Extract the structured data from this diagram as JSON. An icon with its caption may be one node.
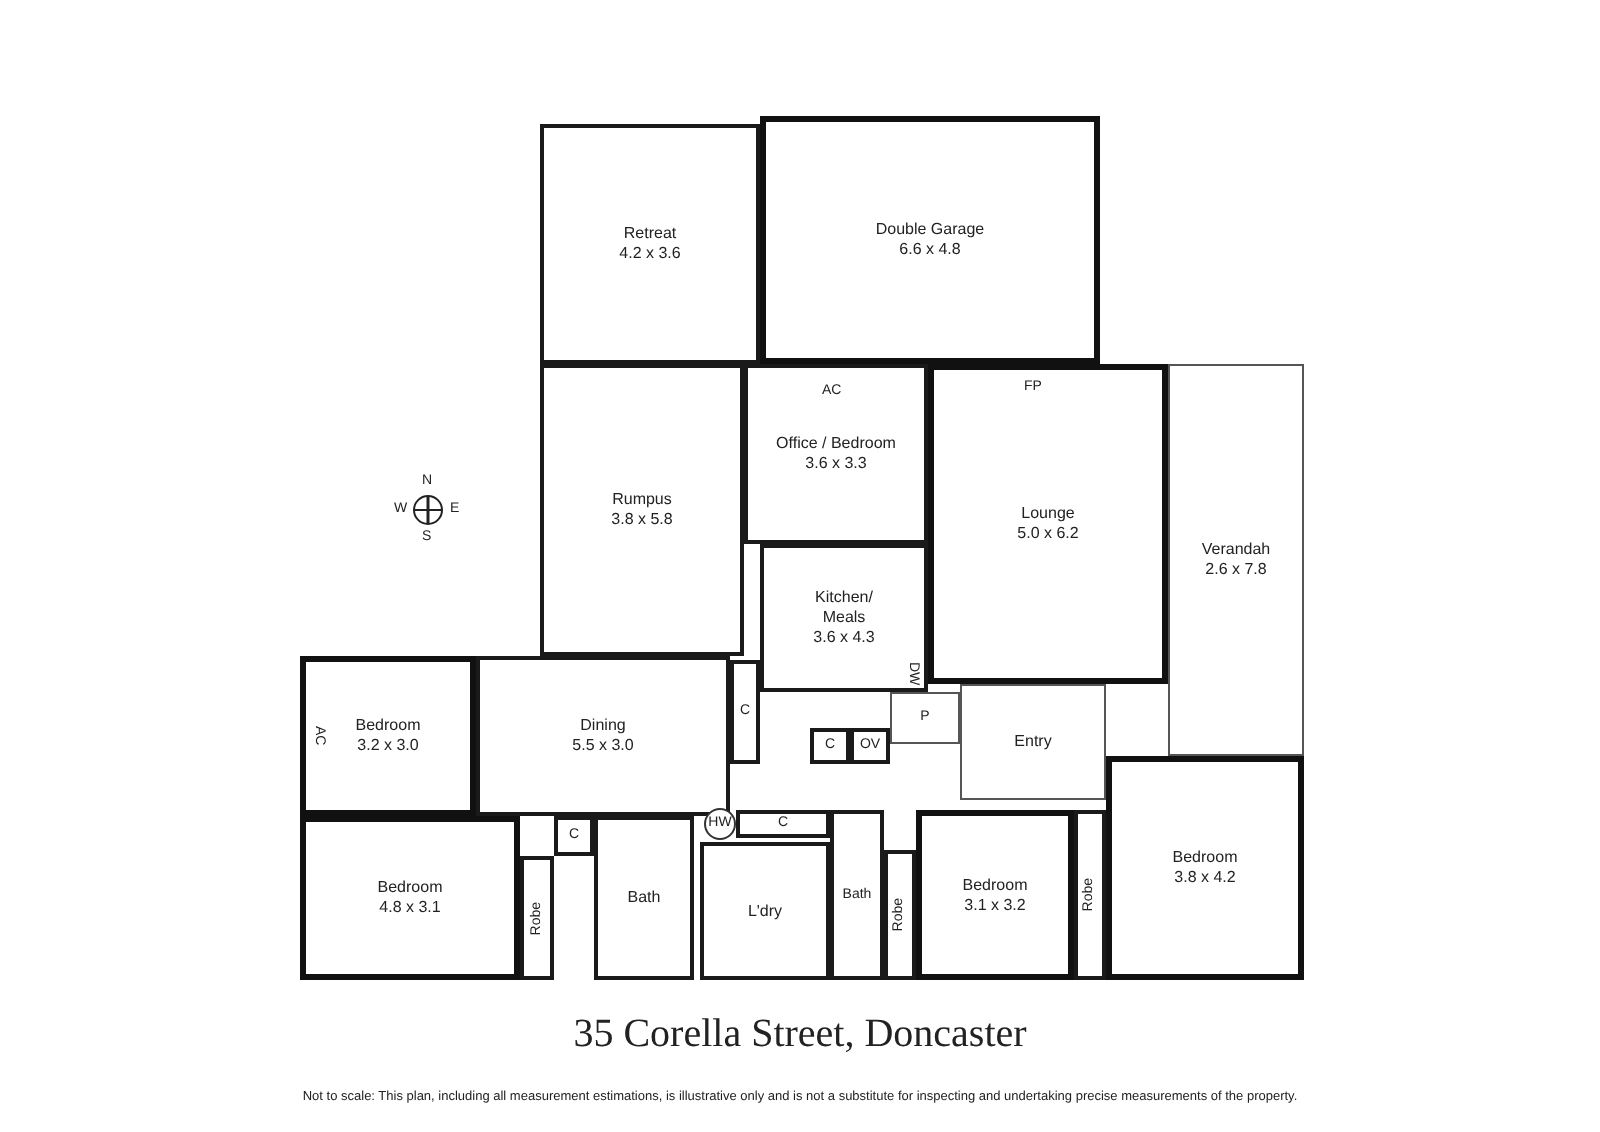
{
  "diagram": {
    "title": "35 Corella Street, Doncaster",
    "caption": "Not to scale: This plan, including all measurement estimations, is illustrative only and is not a substitute for inspecting and undertaking precise measurements of the property.",
    "nodes": [
      {
        "text": [
          "Retreat",
          "4.2 x 3.6"
        ]
      },
      {
        "text": [
          "Double Garage",
          "6.6 x 4.8"
        ]
      },
      {
        "text": [
          "Rumpus",
          "3.8 x 5.8"
        ]
      },
      {
        "text": [
          "Office / Bedroom",
          "3.6 x 3.3"
        ]
      },
      {
        "text": [
          "Kitchen/ Meals",
          "3.6 x 4.3"
        ]
      },
      {
        "text": [
          "Lounge",
          "5.0 x 6.2"
        ]
      },
      {
        "text": [
          "Verandah",
          "2.6 x 7.8"
        ]
      },
      {
        "text": [
          "Bedroom",
          "3.2 x 3.0"
        ]
      },
      {
        "text": [
          "Dining",
          "5.5 x 3.0"
        ]
      },
      {
        "text": [
          "C"
        ]
      },
      {
        "text": [
          "P"
        ]
      },
      {
        "text": [
          "C"
        ]
      },
      {
        "text": [
          "OV"
        ]
      },
      {
        "text": [
          "Entry"
        ]
      },
      {
        "text": [
          "Bedroom",
          "4.8 x 3.1"
        ]
      },
      {
        "text": [
          "Robe"
        ]
      },
      {
        "text": [
          "C"
        ]
      },
      {
        "text": [
          "Bath"
        ]
      },
      {
        "text": [
          "HW"
        ]
      },
      {
        "text": [
          "C"
        ]
      },
      {
        "text": [
          "L'dry"
        ]
      },
      {
        "text": [
          "Bath"
        ]
      },
      {
        "text": [
          "Robe"
        ]
      },
      {
        "text": [
          "Bedroom",
          "3.1 x 3.2"
        ]
      },
      {
        "text": [
          "Robe"
        ]
      },
      {
        "text": [
          "Bedroom",
          "3.8 x 4.2"
        ]
      }
    ],
    "labels": [
      "AC",
      "FP",
      "N",
      "W",
      "E",
      "S",
      "DW",
      "AC"
    ]
  }
}
